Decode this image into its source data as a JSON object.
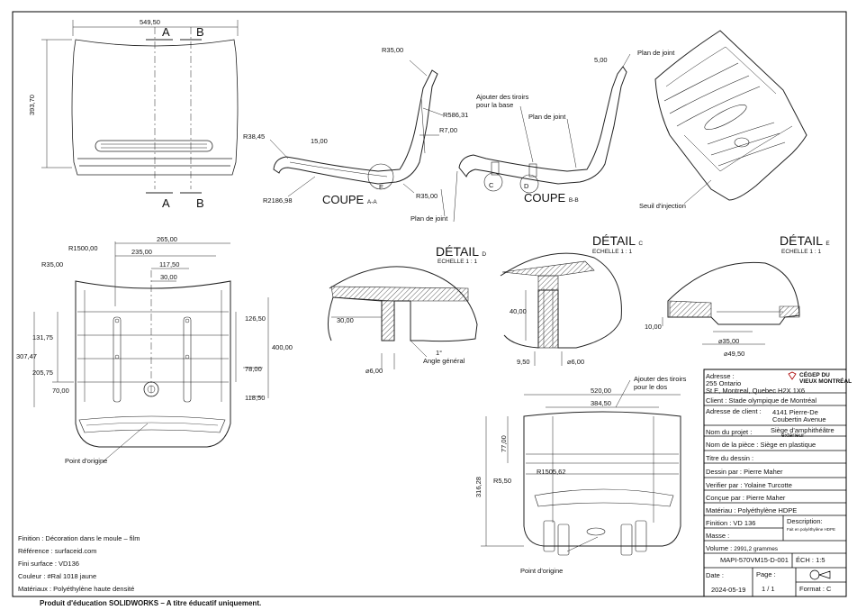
{
  "top_view": {
    "dims": {
      "width": "549,50",
      "height": "393,70"
    },
    "section_marks": {
      "a1": "A",
      "b1": "B",
      "a2": "A",
      "b2": "B"
    }
  },
  "section_aa": {
    "title": "COUPE",
    "suffix": "A-A",
    "dims": {
      "r35_top": "R35,00",
      "r586": "R586,31",
      "r7": "R7,00",
      "r38": "R38,45",
      "d15": "15,00",
      "r2186": "R2186,98",
      "r35_bottom": "R35,00"
    },
    "detail_letter": "E",
    "plan_joint": "Plan de joint"
  },
  "section_bb": {
    "title": "COUPE",
    "suffix": "B-B",
    "d5": "5,00",
    "plan_joint_top": "Plan de joint",
    "ajouter_base": "Ajouter des tiroirs\npour la base",
    "plan_joint_mid": "Plan de joint",
    "detail_c": "C",
    "detail_d": "D"
  },
  "iso_view": {
    "seuil": "Seuil d'injection"
  },
  "back_view": {
    "dims": {
      "r1500": "R1500,00",
      "r35": "R35,00",
      "d265": "265,00",
      "d235": "235,00",
      "d117": "117,50",
      "d30": "30,00",
      "d126": "126,50",
      "d400": "400,00",
      "d78": "78,00",
      "d118": "118,50",
      "d131": "131,75",
      "d307": "307,47",
      "d205": "205,75",
      "d70": "70,00"
    },
    "origin": "Point d'origine"
  },
  "detail_d": {
    "title": "DÉTAIL",
    "letter": "D",
    "scale": "ECHELLE 1 : 1",
    "d30": "30,00",
    "d6": "6,00",
    "angle": "1°",
    "angle_label": "Angle général"
  },
  "detail_c": {
    "title": "DÉTAIL",
    "letter": "C",
    "scale": "ECHELLE 1 : 1",
    "d40": "40,00",
    "d9": "9,50",
    "d6": "6,00"
  },
  "detail_e": {
    "title": "DÉTAIL",
    "letter": "E",
    "scale": "ECHELLE 1 : 1",
    "d10": "10,00",
    "d35": "35,00",
    "d49": "49,50"
  },
  "front_view": {
    "ajouter_dos": "Ajouter des tiroirs\npour le dos",
    "dims": {
      "d520": "520,00",
      "d384": "384,50",
      "d77": "77,00",
      "d316": "316,28",
      "r1505": "R1505,62",
      "r5": "R5,50"
    },
    "origin": "Point d'origine"
  },
  "notes": [
    "Finition : Décoration dans le moule – film",
    "Référence : surfaceid.com",
    "Fini surface : VD136",
    "Couleur : #Ral 1018 jaune",
    "Matériaux : Polyéthylène haute densité"
  ],
  "title_block": {
    "address_label": "Adresse :",
    "address_1": "255 Ontario",
    "address_2": "St E, Montreal, Quebec H2X 1X6",
    "logo_1": "CÉGEP DU",
    "logo_2": "VIEUX MONTRÉAL",
    "client": "Client : Stade olympique de Montréal",
    "client_addr_label": "Adresse de client :",
    "client_addr_1": "4141 Pierre-De",
    "client_addr_2": "Coubertin Avenue",
    "project_label": "Nom du projet :",
    "project_1": "Siège d'amphithéâtre",
    "project_2": "extérieur",
    "part": "Nom de la pièce : Siège en plastique",
    "drawing_title": "Titre du dessin :",
    "drawn_by": "Dessin par : Pierre Maher",
    "checked_by": "Verifier par : Yolaine Turcotte",
    "designed_by": "Conçue par : Pierre Maher",
    "material": "Matériau : Polyéthylène HDPE",
    "finish": "Finition :   VD 136",
    "description_label": "Description:",
    "description": "Fait en polyéthylène HDPE",
    "mass": "Masse :",
    "volume_label": "Volume :",
    "volume": "2991,2 grammes",
    "drawing_no": "MAPI-570VM15-D-001",
    "scale": "ÉCH :   1:5",
    "date_label": "Date :",
    "date": "2024-05-19",
    "page_label": "Page :",
    "page": "1 / 1",
    "format": "Format : C"
  },
  "footer": "Produit d'éducation SOLIDWORKS – A titre éducatif uniquement."
}
